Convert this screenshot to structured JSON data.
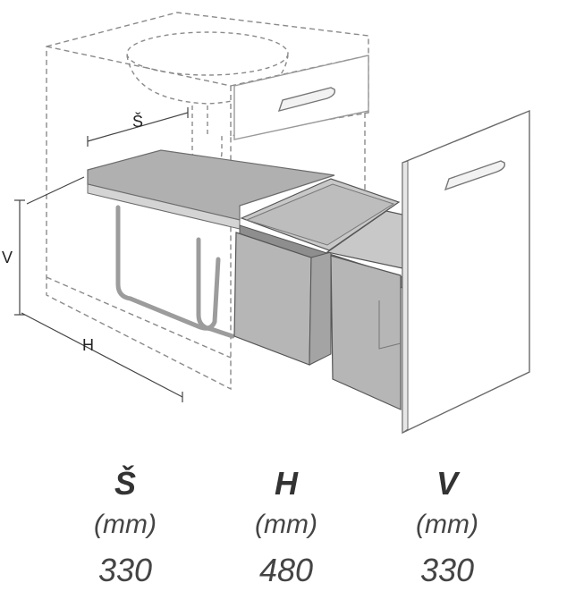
{
  "diagram": {
    "label_s": "Š",
    "label_h": "H",
    "label_v": "V"
  },
  "dimensions": {
    "columns": [
      {
        "label": "Š",
        "unit": "(mm)",
        "value": "330"
      },
      {
        "label": "H",
        "unit": "(mm)",
        "value": "480"
      },
      {
        "label": "V",
        "unit": "(mm)",
        "value": "330"
      }
    ]
  },
  "colors": {
    "frame": "#c9c9c9",
    "metal": "#a9a9a9",
    "bin": "#b4b4b4",
    "line": "#555555"
  }
}
